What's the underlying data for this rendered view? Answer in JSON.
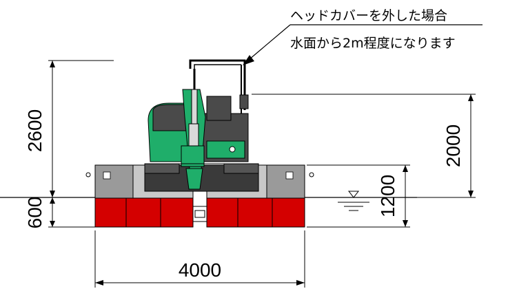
{
  "annotation": {
    "line1": "ヘッドカバーを外した場合",
    "line2": "水面から2m程度になります"
  },
  "dimensions": {
    "overall_height": "2600",
    "float_depth": "600",
    "height_above_water": "2000",
    "float_height": "1200",
    "width": "4000"
  },
  "colors": {
    "float_red": "#d40000",
    "float_gray": "#9a9a9a",
    "float_light": "#c8c8c8",
    "machine_green": "#1fae6a",
    "machine_body": "#4a4a4a",
    "line": "#000000"
  }
}
